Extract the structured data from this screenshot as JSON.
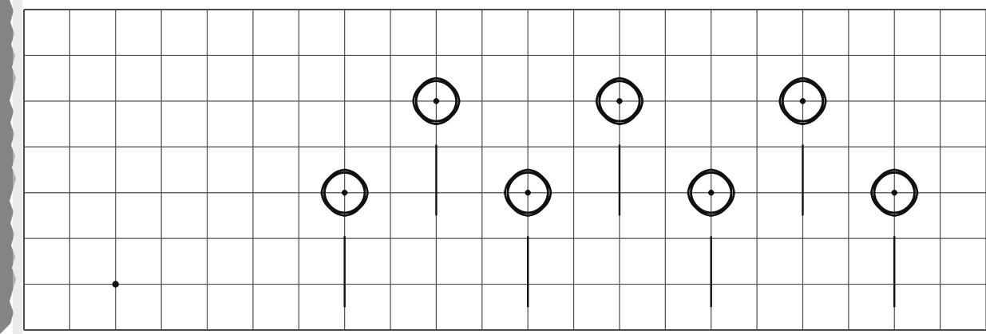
{
  "worksheet": {
    "grid": {
      "columns": 21,
      "rows": 7,
      "line_color": "#4a4a4a"
    },
    "ink_color": "#111111",
    "paper_color": "#ffffff",
    "edge_color": "#6e6e6e",
    "start_dot": {
      "col": 2,
      "row": 6
    },
    "flowers": [
      {
        "col": 7,
        "row": 4,
        "stem_cells": 2.5
      },
      {
        "col": 9,
        "row": 2,
        "stem_cells": 2.5
      },
      {
        "col": 11,
        "row": 4,
        "stem_cells": 2.5
      },
      {
        "col": 13,
        "row": 2,
        "stem_cells": 2.5
      },
      {
        "col": 15,
        "row": 4,
        "stem_cells": 2.5
      },
      {
        "col": 17,
        "row": 2,
        "stem_cells": 2.5
      },
      {
        "col": 19,
        "row": 4,
        "stem_cells": 2.5
      }
    ]
  }
}
